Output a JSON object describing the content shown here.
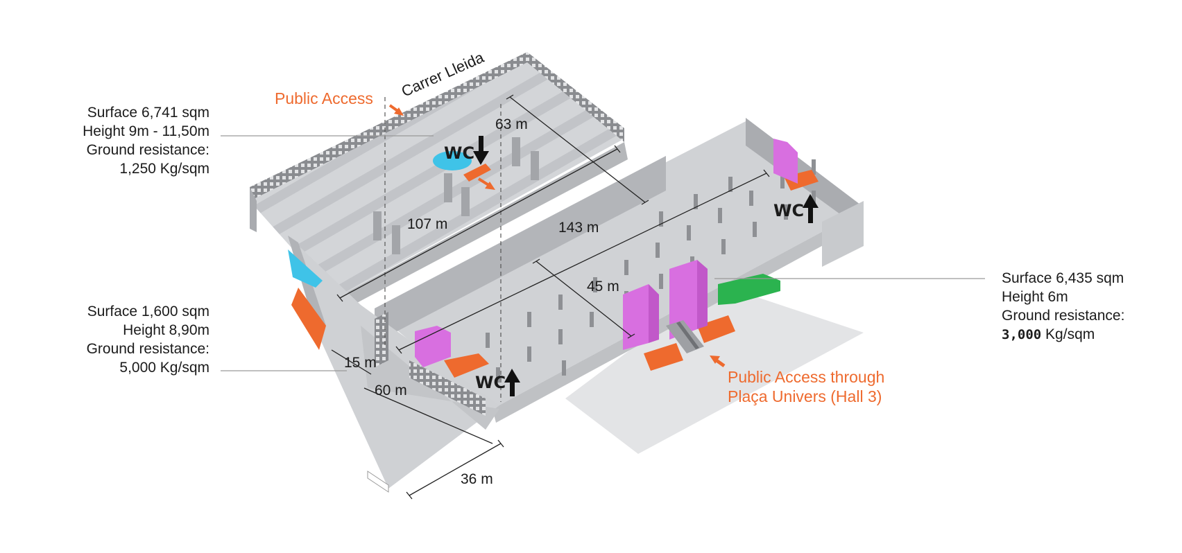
{
  "areas": {
    "hall_a": {
      "surface": "Surface 6,741 sqm",
      "height": "Height 9m - 11,50m",
      "ground_label": "Ground resistance:",
      "ground_value": "1,250 Kg/sqm"
    },
    "hall_c": {
      "surface": "Surface 1,600 sqm",
      "height": "Height 8,90m",
      "ground_label": "Ground resistance:",
      "ground_value": "5,000 Kg/sqm"
    },
    "hall_b": {
      "surface": "Surface 6,435 sqm",
      "height": "Height 6m",
      "ground_label": "Ground resistance:",
      "ground_number": "3,000",
      "ground_unit": "Kg/sqm"
    }
  },
  "street": "Carrer Lleida",
  "access": {
    "public": "Public Access",
    "univers_line1": "Public Access through",
    "univers_line2": "Plaça Univers (Hall 3)"
  },
  "wc_label": "WC",
  "dimensions": {
    "d63": "63 m",
    "d107": "107 m",
    "d143": "143 m",
    "d45": "45 m",
    "d15": "15 m",
    "d60": "60 m",
    "d36": "36 m"
  },
  "colors": {
    "accent_orange": "#ee6a2e",
    "magenta": "#d86fe0",
    "cyan": "#3fc3e8",
    "green": "#2bb34f",
    "floor": "#cfd1d4",
    "wall": "#b9bbbe"
  },
  "icons": [
    "wc-arrow-up-icon",
    "wc-arrow-down-icon",
    "access-arrow-icon"
  ]
}
